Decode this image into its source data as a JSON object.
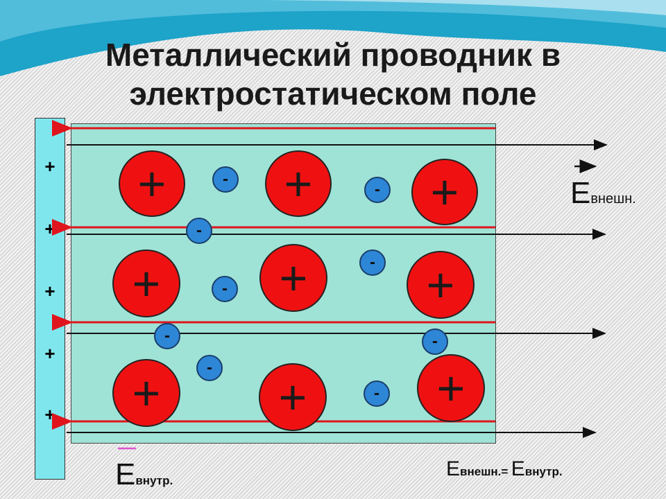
{
  "title": {
    "line1": "Металлический проводник в",
    "line2": "электростатическом поле"
  },
  "plate": {
    "sign": "+"
  },
  "particles": {
    "ion_sign": "+",
    "electron_sign": "-"
  },
  "labels": {
    "e_symbol": "E",
    "e_external_sub": "внешн.",
    "e_internal_sub": "внутр.",
    "equation": {
      "lhs_sub": "внешн.=",
      "rhs_sub": "внутр."
    }
  },
  "colors": {
    "sky": "#1ea3c9",
    "external_field_line": "#111111",
    "internal_field_line": "#e0141c",
    "ion": "#ef1111",
    "electron": "#2e86d6",
    "conductor": "#9fe3d6",
    "plate": "#7fe6ee"
  }
}
